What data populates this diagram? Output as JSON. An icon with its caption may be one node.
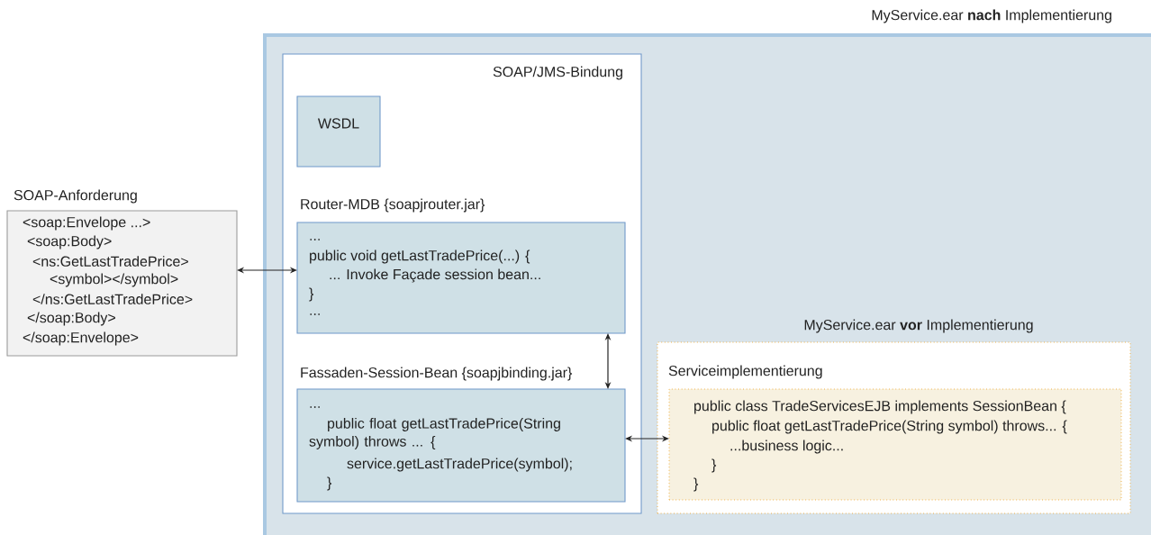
{
  "diagram": {
    "nodes": [
      {
        "text": [
          "MyService.ear **nach** Implementierung"
        ]
      },
      {
        "text": [
          "SOAP/JMS-Bindung"
        ],
        "in": 0
      },
      {
        "text": [
          "WSDL"
        ],
        "in": 1
      },
      {
        "text": [
          "Router-MDB {soapjrouter.jar}",
          "...",
          "public void getLastTradePrice(...) {",
          "... Invoke Façade session bean...",
          "}",
          "..."
        ],
        "in": 1
      },
      {
        "text": [
          "Fassaden-Session-Bean {soapjbinding.jar}",
          "...",
          "public float getLastTradePrice(String symbol) throws ... {",
          "service.getLastTradePrice(symbol);",
          "}"
        ],
        "in": 1
      },
      {
        "text": [
          "MyService.ear **vor** Implementierung"
        ],
        "in": 0
      },
      {
        "text": [
          "Serviceimplementierung",
          "public class TradeServicesEJB implements SessionBean {",
          "public float getLastTradePrice(String symbol) throws... {",
          "...business logic...",
          "}",
          "}"
        ],
        "in": 5
      },
      {
        "text": [
          "SOAP-Anforderung",
          "<soap:Envelope ...>",
          "<soap:Body>",
          "<ns:GetLastTradePrice>",
          "<symbol></symbol>",
          "</ns:GetLastTradePrice>",
          "</soap:Body>",
          "</soap:Envelope>"
        ]
      }
    ],
    "edges": [
      {
        "from": 7,
        "to": 3,
        "arrow": "both"
      },
      {
        "from": 3,
        "to": 4,
        "arrow": "both"
      },
      {
        "from": 4,
        "to": 6,
        "arrow": "both"
      }
    ]
  }
}
